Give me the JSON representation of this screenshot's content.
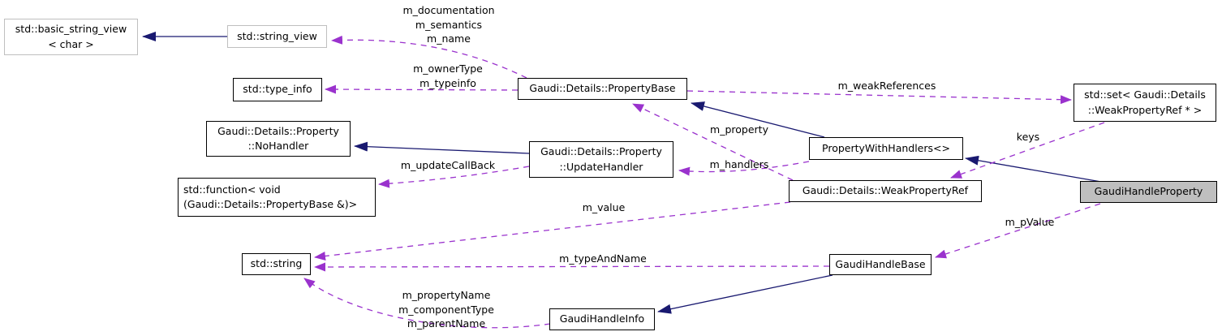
{
  "diagram": {
    "kind": "doxygen-collaboration-graph",
    "focus_class": "GaudiHandleProperty"
  },
  "colors": {
    "background": "#FFFFFF",
    "inheritance_edge": "#191970",
    "usage_edge": "#9A32CD",
    "node_fill": "#FFFFFF",
    "node_border": "#000000",
    "external_node_border": "#BFBFBF",
    "focus_node_fill": "#BFBFBF"
  },
  "nodes": [
    {
      "id": "basic-string-view",
      "label": "std::basic_string_view\n< char >"
    },
    {
      "id": "string-view",
      "label": "std::string_view"
    },
    {
      "id": "type-info",
      "label": "std::type_info"
    },
    {
      "id": "property-base",
      "label": "Gaudi::Details::PropertyBase"
    },
    {
      "id": "set-weak-property-ref",
      "label": "std::set< Gaudi::Details\n::WeakPropertyRef * >"
    },
    {
      "id": "no-handler",
      "label": "Gaudi::Details::Property\n::NoHandler"
    },
    {
      "id": "update-handler",
      "label": "Gaudi::Details::Property\n::UpdateHandler"
    },
    {
      "id": "std-function",
      "label": "std::function< void\n(Gaudi::Details::PropertyBase &)>"
    },
    {
      "id": "property-with-handlers",
      "label": "PropertyWithHandlers<>"
    },
    {
      "id": "weak-property-ref",
      "label": "Gaudi::Details::WeakPropertyRef"
    },
    {
      "id": "gaudi-handle-property",
      "label": "GaudiHandleProperty"
    },
    {
      "id": "std-string",
      "label": "std::string"
    },
    {
      "id": "gaudi-handle-base",
      "label": "GaudiHandleBase"
    },
    {
      "id": "gaudi-handle-info",
      "label": "GaudiHandleInfo"
    }
  ],
  "edges": [
    {
      "from": "std::string_view",
      "to": "std::basic_string_view< char >",
      "type": "inheritance",
      "label": ""
    },
    {
      "from": "PropertyWithHandlers<>",
      "to": "Gaudi::Details::PropertyBase",
      "type": "inheritance",
      "label": ""
    },
    {
      "from": "Gaudi::Details::Property::UpdateHandler",
      "to": "Gaudi::Details::Property::NoHandler",
      "type": "inheritance",
      "label": ""
    },
    {
      "from": "GaudiHandleProperty",
      "to": "PropertyWithHandlers<>",
      "type": "inheritance",
      "label": ""
    },
    {
      "from": "GaudiHandleBase",
      "to": "GaudiHandleInfo",
      "type": "inheritance",
      "label": ""
    },
    {
      "from": "Gaudi::Details::PropertyBase",
      "to": "std::string_view",
      "type": "usage",
      "label": "m_documentation\nm_semantics\nm_name"
    },
    {
      "from": "Gaudi::Details::PropertyBase",
      "to": "std::type_info",
      "type": "usage",
      "label": "m_ownerType\nm_typeinfo"
    },
    {
      "from": "Gaudi::Details::PropertyBase",
      "to": "std::set< Gaudi::Details::WeakPropertyRef * >",
      "type": "usage",
      "label": "m_weakReferences"
    },
    {
      "from": "Gaudi::Details::WeakPropertyRef",
      "to": "Gaudi::Details::PropertyBase",
      "type": "usage",
      "label": "m_property"
    },
    {
      "from": "PropertyWithHandlers<>",
      "to": "Gaudi::Details::Property::UpdateHandler",
      "type": "usage",
      "label": "m_handlers"
    },
    {
      "from": "std::set< Gaudi::Details::WeakPropertyRef * >",
      "to": "Gaudi::Details::WeakPropertyRef",
      "type": "usage",
      "label": "keys"
    },
    {
      "from": "Gaudi::Details::Property::UpdateHandler",
      "to": "std::function< void (Gaudi::Details::PropertyBase &)>",
      "type": "usage",
      "label": "m_updateCallBack"
    },
    {
      "from": "Gaudi::Details::WeakPropertyRef",
      "to": "std::string",
      "type": "usage",
      "label": "m_value"
    },
    {
      "from": "GaudiHandleBase",
      "to": "std::string",
      "type": "usage",
      "label": "m_typeAndName"
    },
    {
      "from": "GaudiHandleProperty",
      "to": "GaudiHandleBase",
      "type": "usage",
      "label": "m_pValue"
    },
    {
      "from": "GaudiHandleInfo",
      "to": "std::string",
      "type": "usage",
      "label": "m_propertyName\nm_componentType\nm_parentName"
    }
  ]
}
